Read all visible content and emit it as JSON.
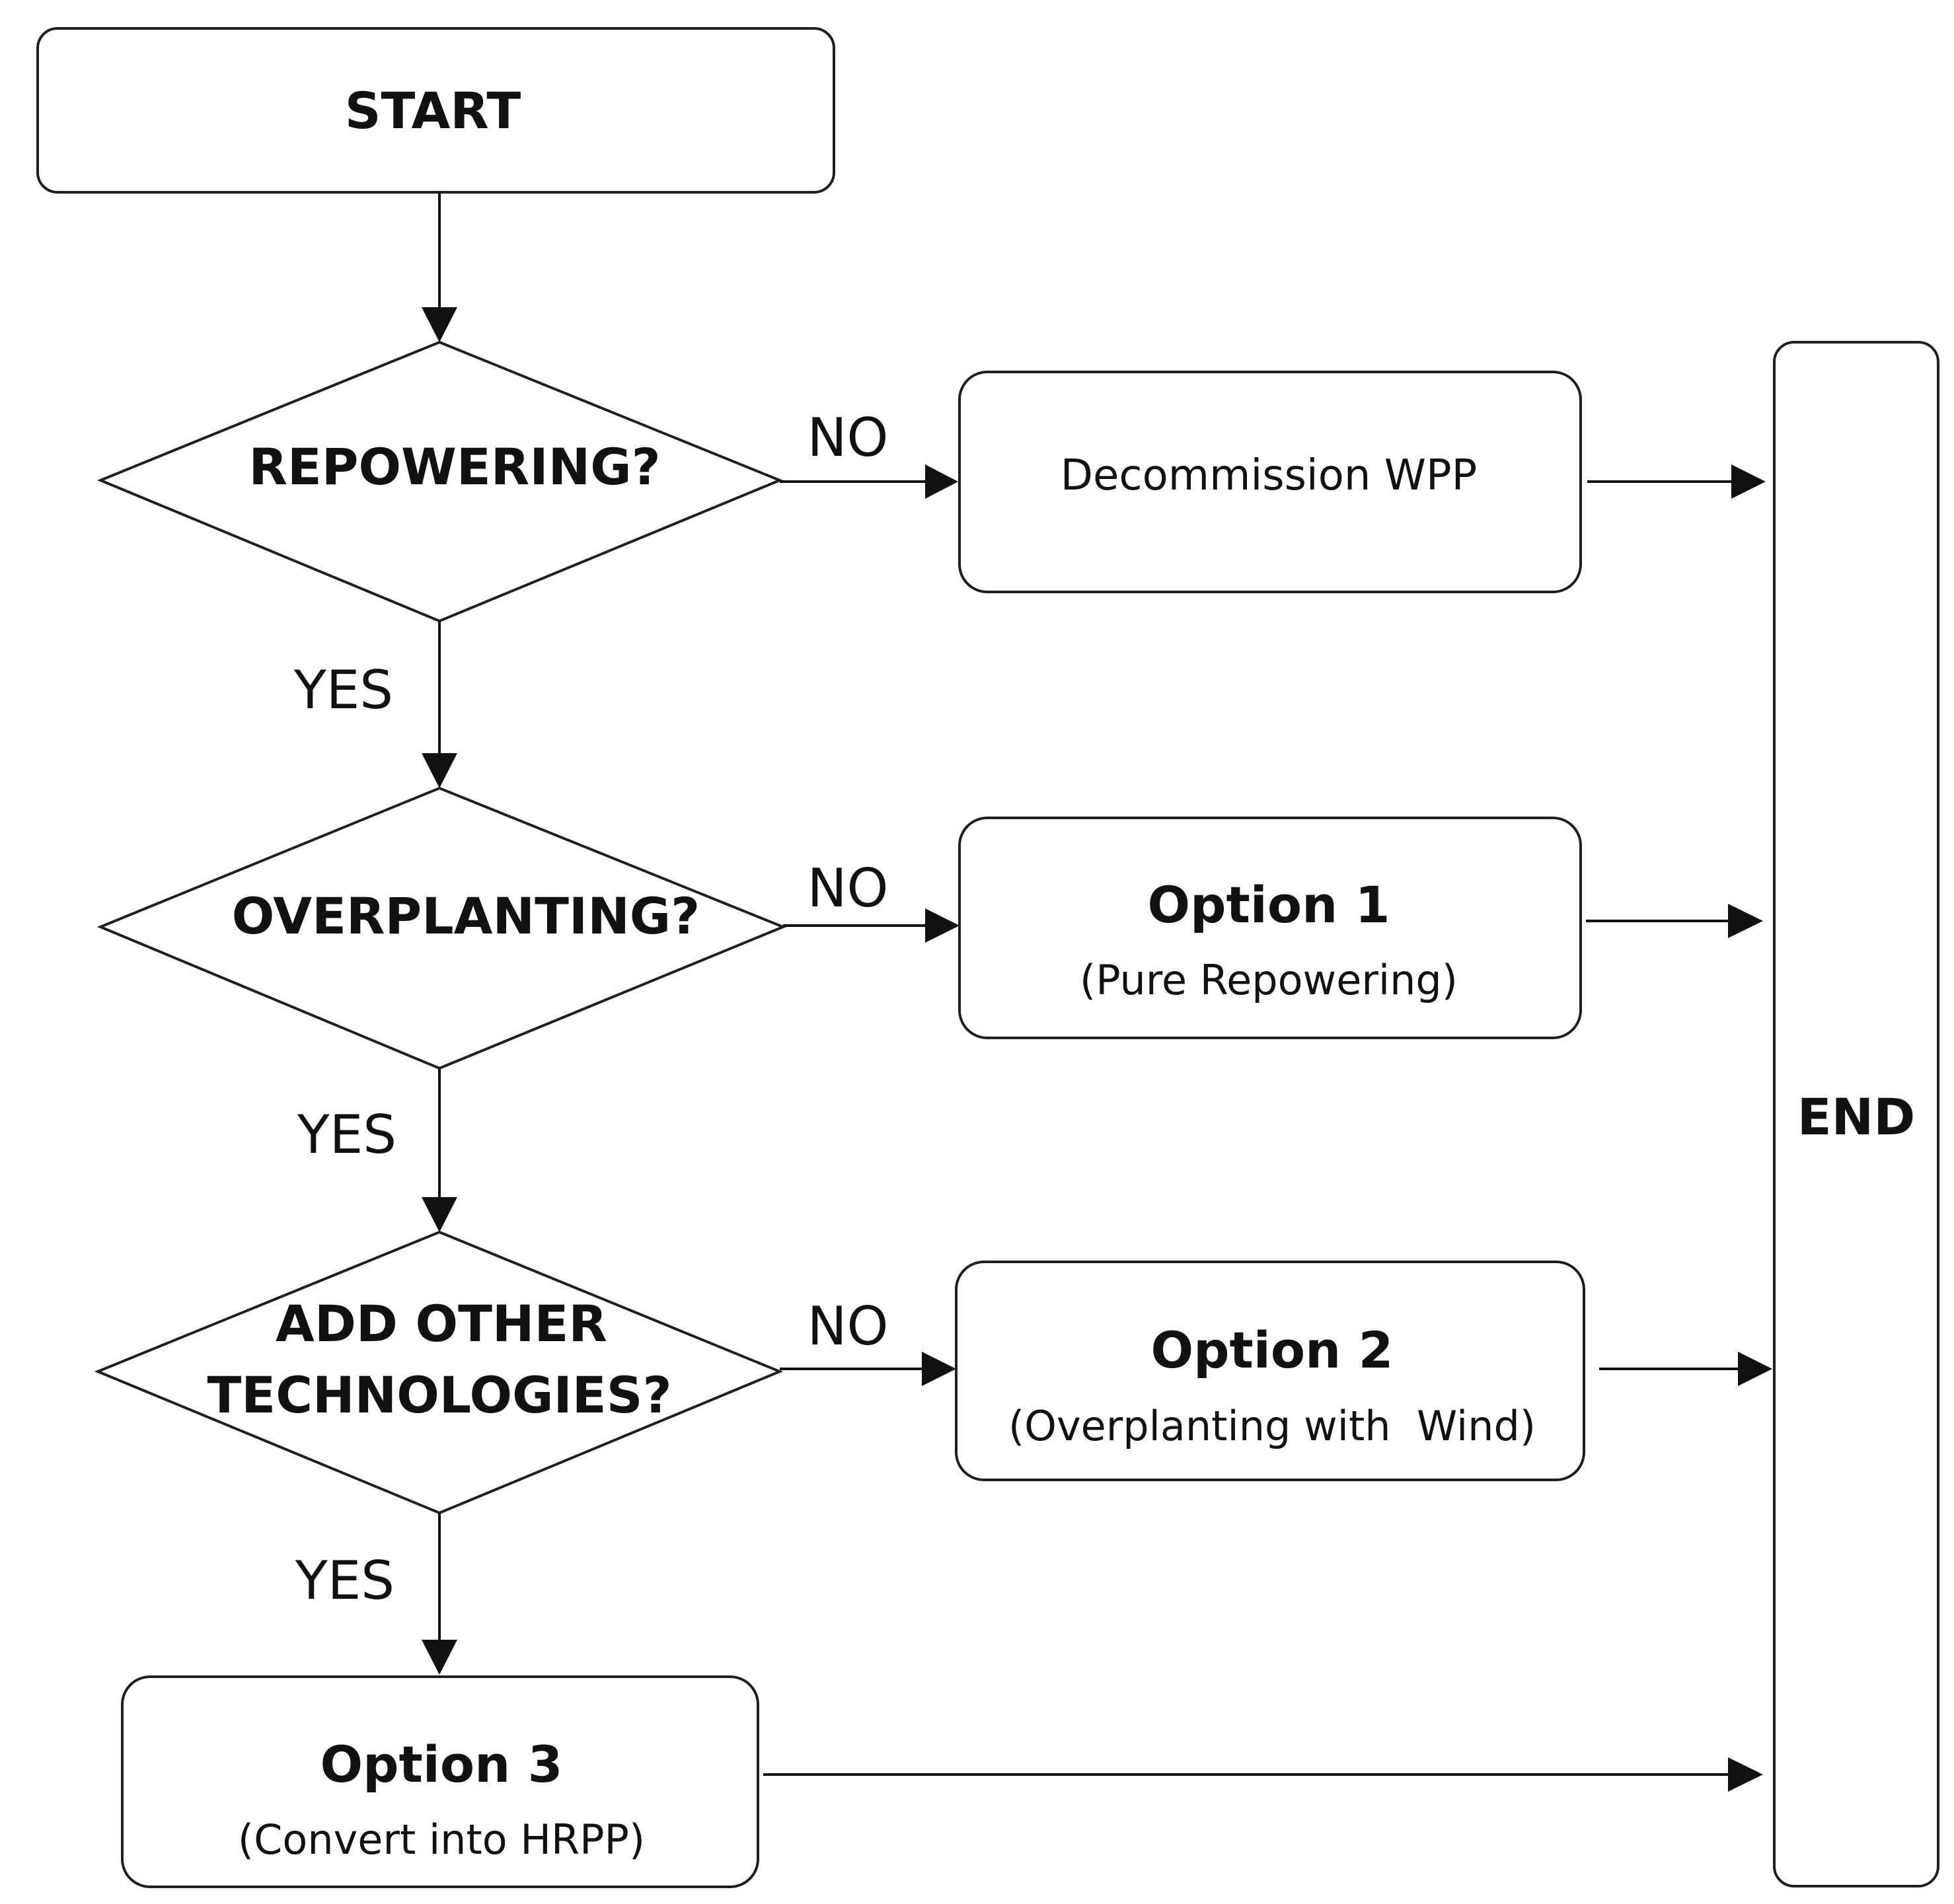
{
  "nodes": {
    "start": "START",
    "repowering": "REPOWERING?",
    "overplanting": "OVERPLANTING?",
    "add_other_line1": "ADD OTHER",
    "add_other_line2": "TECHNOLOGIES?",
    "decommission": "Decommission WPP",
    "option1_title": "Option 1",
    "option1_sub": "(Pure Repowering)",
    "option2_title": "Option 2",
    "option2_sub": "(Overplanting with  Wind)",
    "option3_title": "Option 3",
    "option3_sub": "(Convert into HRPP)",
    "end": "END"
  },
  "edge_labels": {
    "no_1": "NO",
    "no_2": "NO",
    "no_3": "NO",
    "yes_1": "YES",
    "yes_2": "YES",
    "yes_3": "YES"
  }
}
